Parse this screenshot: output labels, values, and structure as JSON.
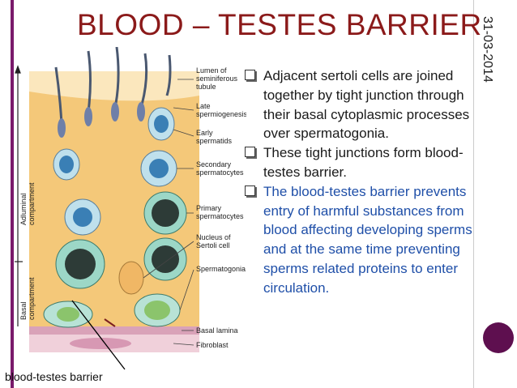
{
  "slide": {
    "title": "BLOOD – TESTES BARRIER",
    "date": "31-03-2014",
    "colors": {
      "title": "#8b1a1a",
      "accent_rule": "#7a1a6b",
      "bullet_blue": "#1f4fa8",
      "dot": "#5e0f4f"
    }
  },
  "bullets": [
    {
      "text": " Adjacent sertoli cells are joined together by tight junction through their basal cytoplasmic processes over spermatogonia."
    },
    {
      "text": "These tight junctions form blood-testes barrier."
    },
    {
      "text": "The blood-testes barrier prevents entry of harmful substances from blood affecting developing sperms and at the same time preventing sperms related proteins to enter circulation."
    }
  ],
  "figure": {
    "labels": {
      "lumen": [
        "Lumen of",
        "seminiferous",
        "tubule"
      ],
      "late": [
        "Late",
        "spermiogenesis"
      ],
      "early": [
        "Early",
        "spermatids"
      ],
      "secondary": [
        "Secondary",
        "spermatocytes"
      ],
      "primary": [
        "Primary",
        "spermatocytes"
      ],
      "nucleus": [
        "Nucleus of",
        "Sertoli cell"
      ],
      "spermatogonia": "Spermatogonia",
      "basal_lamina": "Basal lamina",
      "fibroblast": "Fibroblast",
      "adluminal": [
        "Adluminal",
        "compartment"
      ],
      "basal": [
        "Basal",
        "compartment"
      ]
    },
    "caption": "blood-testes barrier"
  }
}
